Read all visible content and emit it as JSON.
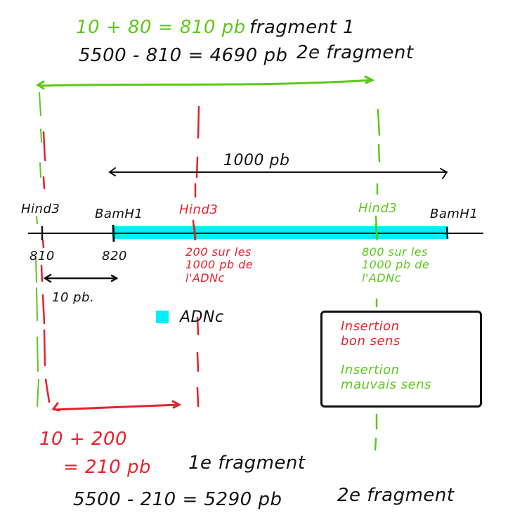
{
  "colors": {
    "sens_correct": "#e8202c",
    "sens_inverse": "#5cc81a",
    "cdna": "#00f0f8",
    "ink": "#111111"
  },
  "top": {
    "green_calc": "10 + 80 = 810 pb",
    "fragment1_label": "fragment 1",
    "calc2": "5500 - 810 = 4690 pb",
    "fragment2_label": "2e fragment"
  },
  "scale": {
    "cdna_length": "1000 pb"
  },
  "sites": {
    "hind3_left": "Hind3",
    "bamh1_left": "BamH1",
    "hind3_red": "Hind3",
    "hind3_green": "Hind3",
    "bamh1_right": "BamH1"
  },
  "positions": {
    "pos_810": "810",
    "pos_820": "820"
  },
  "annotations": {
    "red_note": "200 sur les\n1000 pb de\nl'ADNc",
    "green_note": "800 sur les\n1000 pb de\nl'ADNc",
    "gap": "10 pb."
  },
  "legend": {
    "cdna_label": "ADNc"
  },
  "note_box": {
    "line1": "Insertion\nbon sens",
    "line2": "Insertion\nmauvais sens"
  },
  "bottom": {
    "red_calc1": "10 + 200",
    "red_calc2": "= 210 pb",
    "fragment1_label": "1e fragment",
    "calc2": "5500 - 210 = 5290 pb",
    "fragment2_label": "2e fragment"
  }
}
